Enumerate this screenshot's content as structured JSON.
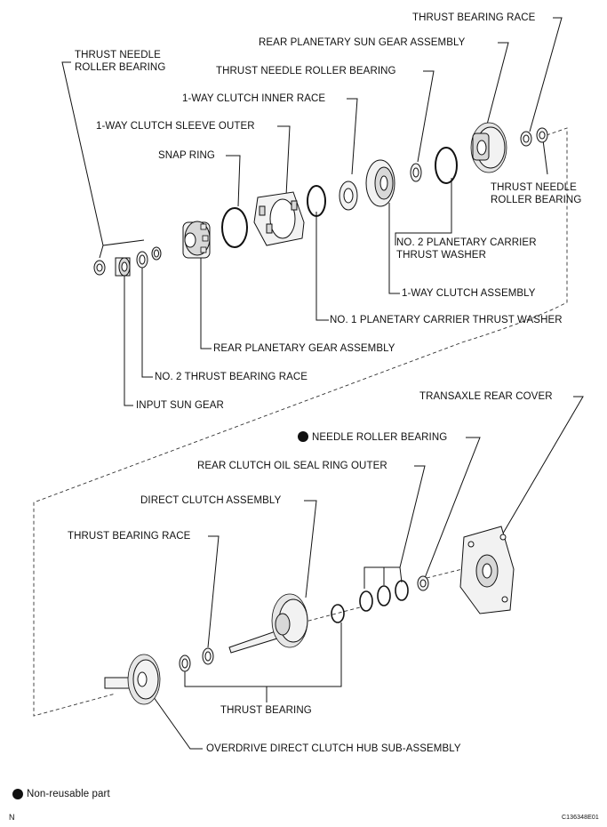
{
  "labels": {
    "thrust_bearing_race_top": "THRUST BEARING RACE",
    "rear_planetary_sun_gear": "REAR PLANETARY SUN GEAR ASSEMBLY",
    "thrust_needle_roller_bearing_left": "THRUST NEEDLE\nROLLER BEARING",
    "thrust_needle_roller_bearing_mid": "THRUST NEEDLE ROLLER BEARING",
    "one_way_clutch_inner_race": "1-WAY CLUTCH INNER RACE",
    "one_way_clutch_sleeve_outer": "1-WAY CLUTCH SLEEVE OUTER",
    "snap_ring": "SNAP RING",
    "thrust_needle_roller_bearing_right": "THRUST NEEDLE\nROLLER BEARING",
    "no2_planetary_carrier_thrust_washer": "NO. 2 PLANETARY CARRIER\nTHRUST WASHER",
    "one_way_clutch_assembly": "1-WAY CLUTCH ASSEMBLY",
    "no1_planetary_carrier_thrust_washer": "NO. 1 PLANETARY CARRIER THRUST WASHER",
    "rear_planetary_gear_assembly": "REAR PLANETARY GEAR ASSEMBLY",
    "no2_thrust_bearing_race": "NO. 2 THRUST BEARING RACE",
    "input_sun_gear": "INPUT SUN GEAR",
    "transaxle_rear_cover": "TRANSAXLE REAR COVER",
    "needle_roller_bearing": "NEEDLE ROLLER BEARING",
    "rear_clutch_oil_seal_ring_outer": "REAR CLUTCH OIL SEAL RING OUTER",
    "direct_clutch_assembly": "DIRECT CLUTCH ASSEMBLY",
    "thrust_bearing_race_bottom": "THRUST BEARING RACE",
    "thrust_bearing": "THRUST BEARING",
    "overdrive_direct_clutch_hub": "OVERDRIVE DIRECT CLUTCH HUB SUB-ASSEMBLY"
  },
  "legend": {
    "non_reusable": "Non-reusable part",
    "north_mark": "N",
    "figure_code": "C136348E01"
  },
  "colors": {
    "ink": "#111111",
    "part_fill": "#f2f2f2",
    "background": "#ffffff"
  }
}
